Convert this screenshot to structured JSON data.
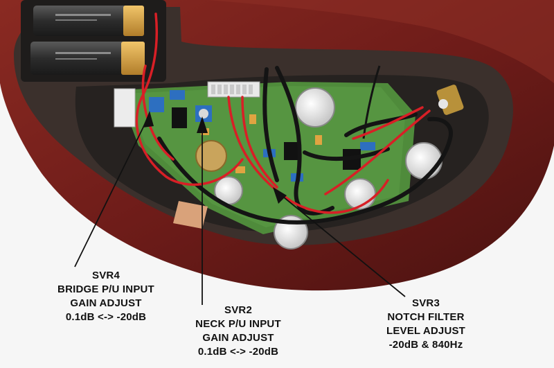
{
  "colors": {
    "guitar_body": "#6e1c19",
    "cavity": "#2a2624",
    "pcb": "#4f8b3b",
    "wire_red": "#d81f26",
    "wire_black": "#141414",
    "text": "#111111"
  },
  "annotations": {
    "svr4": {
      "id": "SVR4",
      "line1": "BRIDGE P/U INPUT",
      "line2": "GAIN ADJUST",
      "range": "0.1dB <-> -20dB"
    },
    "svr2": {
      "id": "SVR2",
      "line1": "NECK P/U INPUT",
      "line2": "GAIN ADJUST",
      "range": "0.1dB <-> -20dB"
    },
    "svr3": {
      "id": "SVR3",
      "line1": "NOTCH FILTER",
      "line2": "LEVEL ADJUST",
      "range": "-20dB & 840Hz"
    }
  },
  "icons": {
    "battery_1": "battery-9v-icon",
    "battery_2": "battery-9v-icon"
  }
}
